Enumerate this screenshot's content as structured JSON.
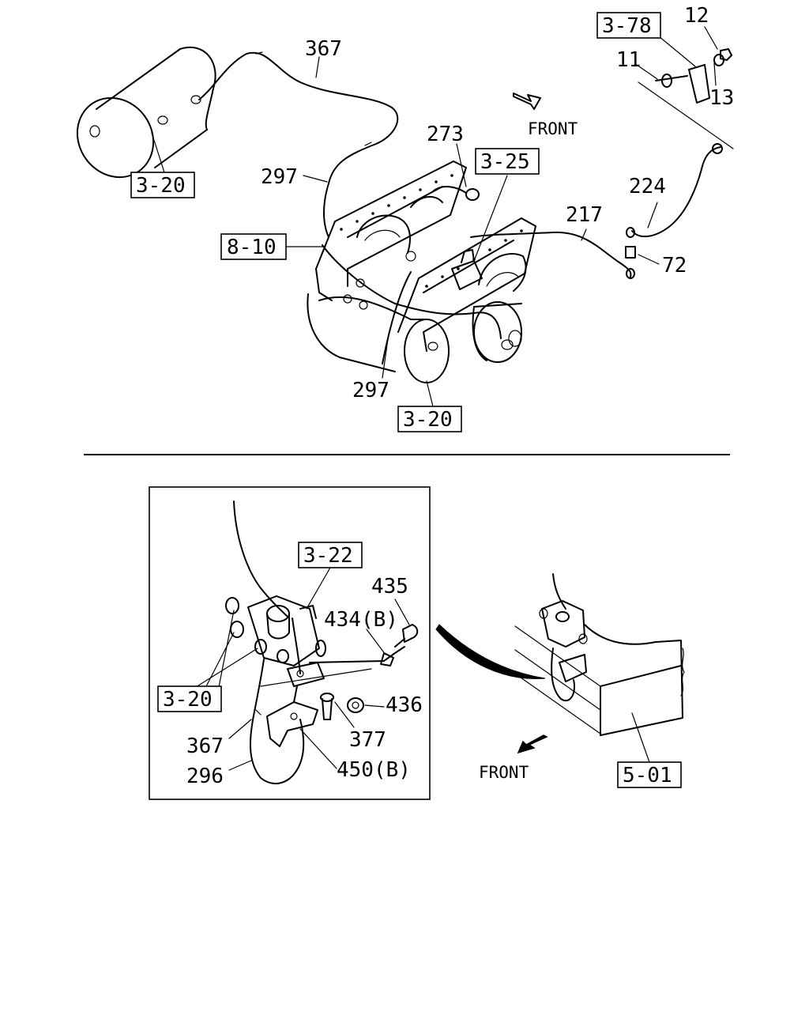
{
  "top": {
    "callouts": {
      "c367": "367",
      "c297a": "297",
      "c273": "273",
      "c297b": "297",
      "c217": "217",
      "c224": "224",
      "c72": "72",
      "c11": "11",
      "c12": "12",
      "c13": "13"
    },
    "refs": {
      "r320a": "3-20",
      "r810": "8-10",
      "r325": "3-25",
      "r320b": "3-20",
      "r378": "3-78"
    },
    "front_label": "FRONT"
  },
  "bottom": {
    "callouts": {
      "c435": "435",
      "c434b": "434(B)",
      "c436": "436",
      "c377": "377",
      "c367": "367",
      "c296": "296",
      "c450b": "450(B)"
    },
    "refs": {
      "r322": "3-22",
      "r320": "3-20",
      "r501": "5-01"
    },
    "front_label": "FRONT"
  },
  "icons": {
    "front_arrow_top": "arrow-icon",
    "front_arrow_bottom": "arrow-icon"
  }
}
